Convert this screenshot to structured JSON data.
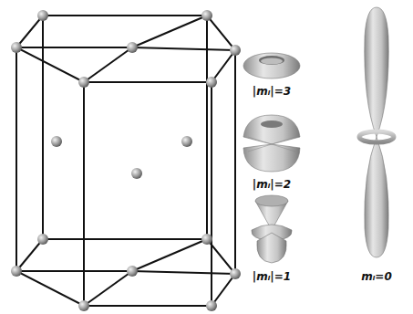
{
  "diagram": {
    "labels": [
      "|mₗ|=3",
      "|mₗ|=2",
      "|mₗ|=1",
      "mₗ=0"
    ]
  }
}
